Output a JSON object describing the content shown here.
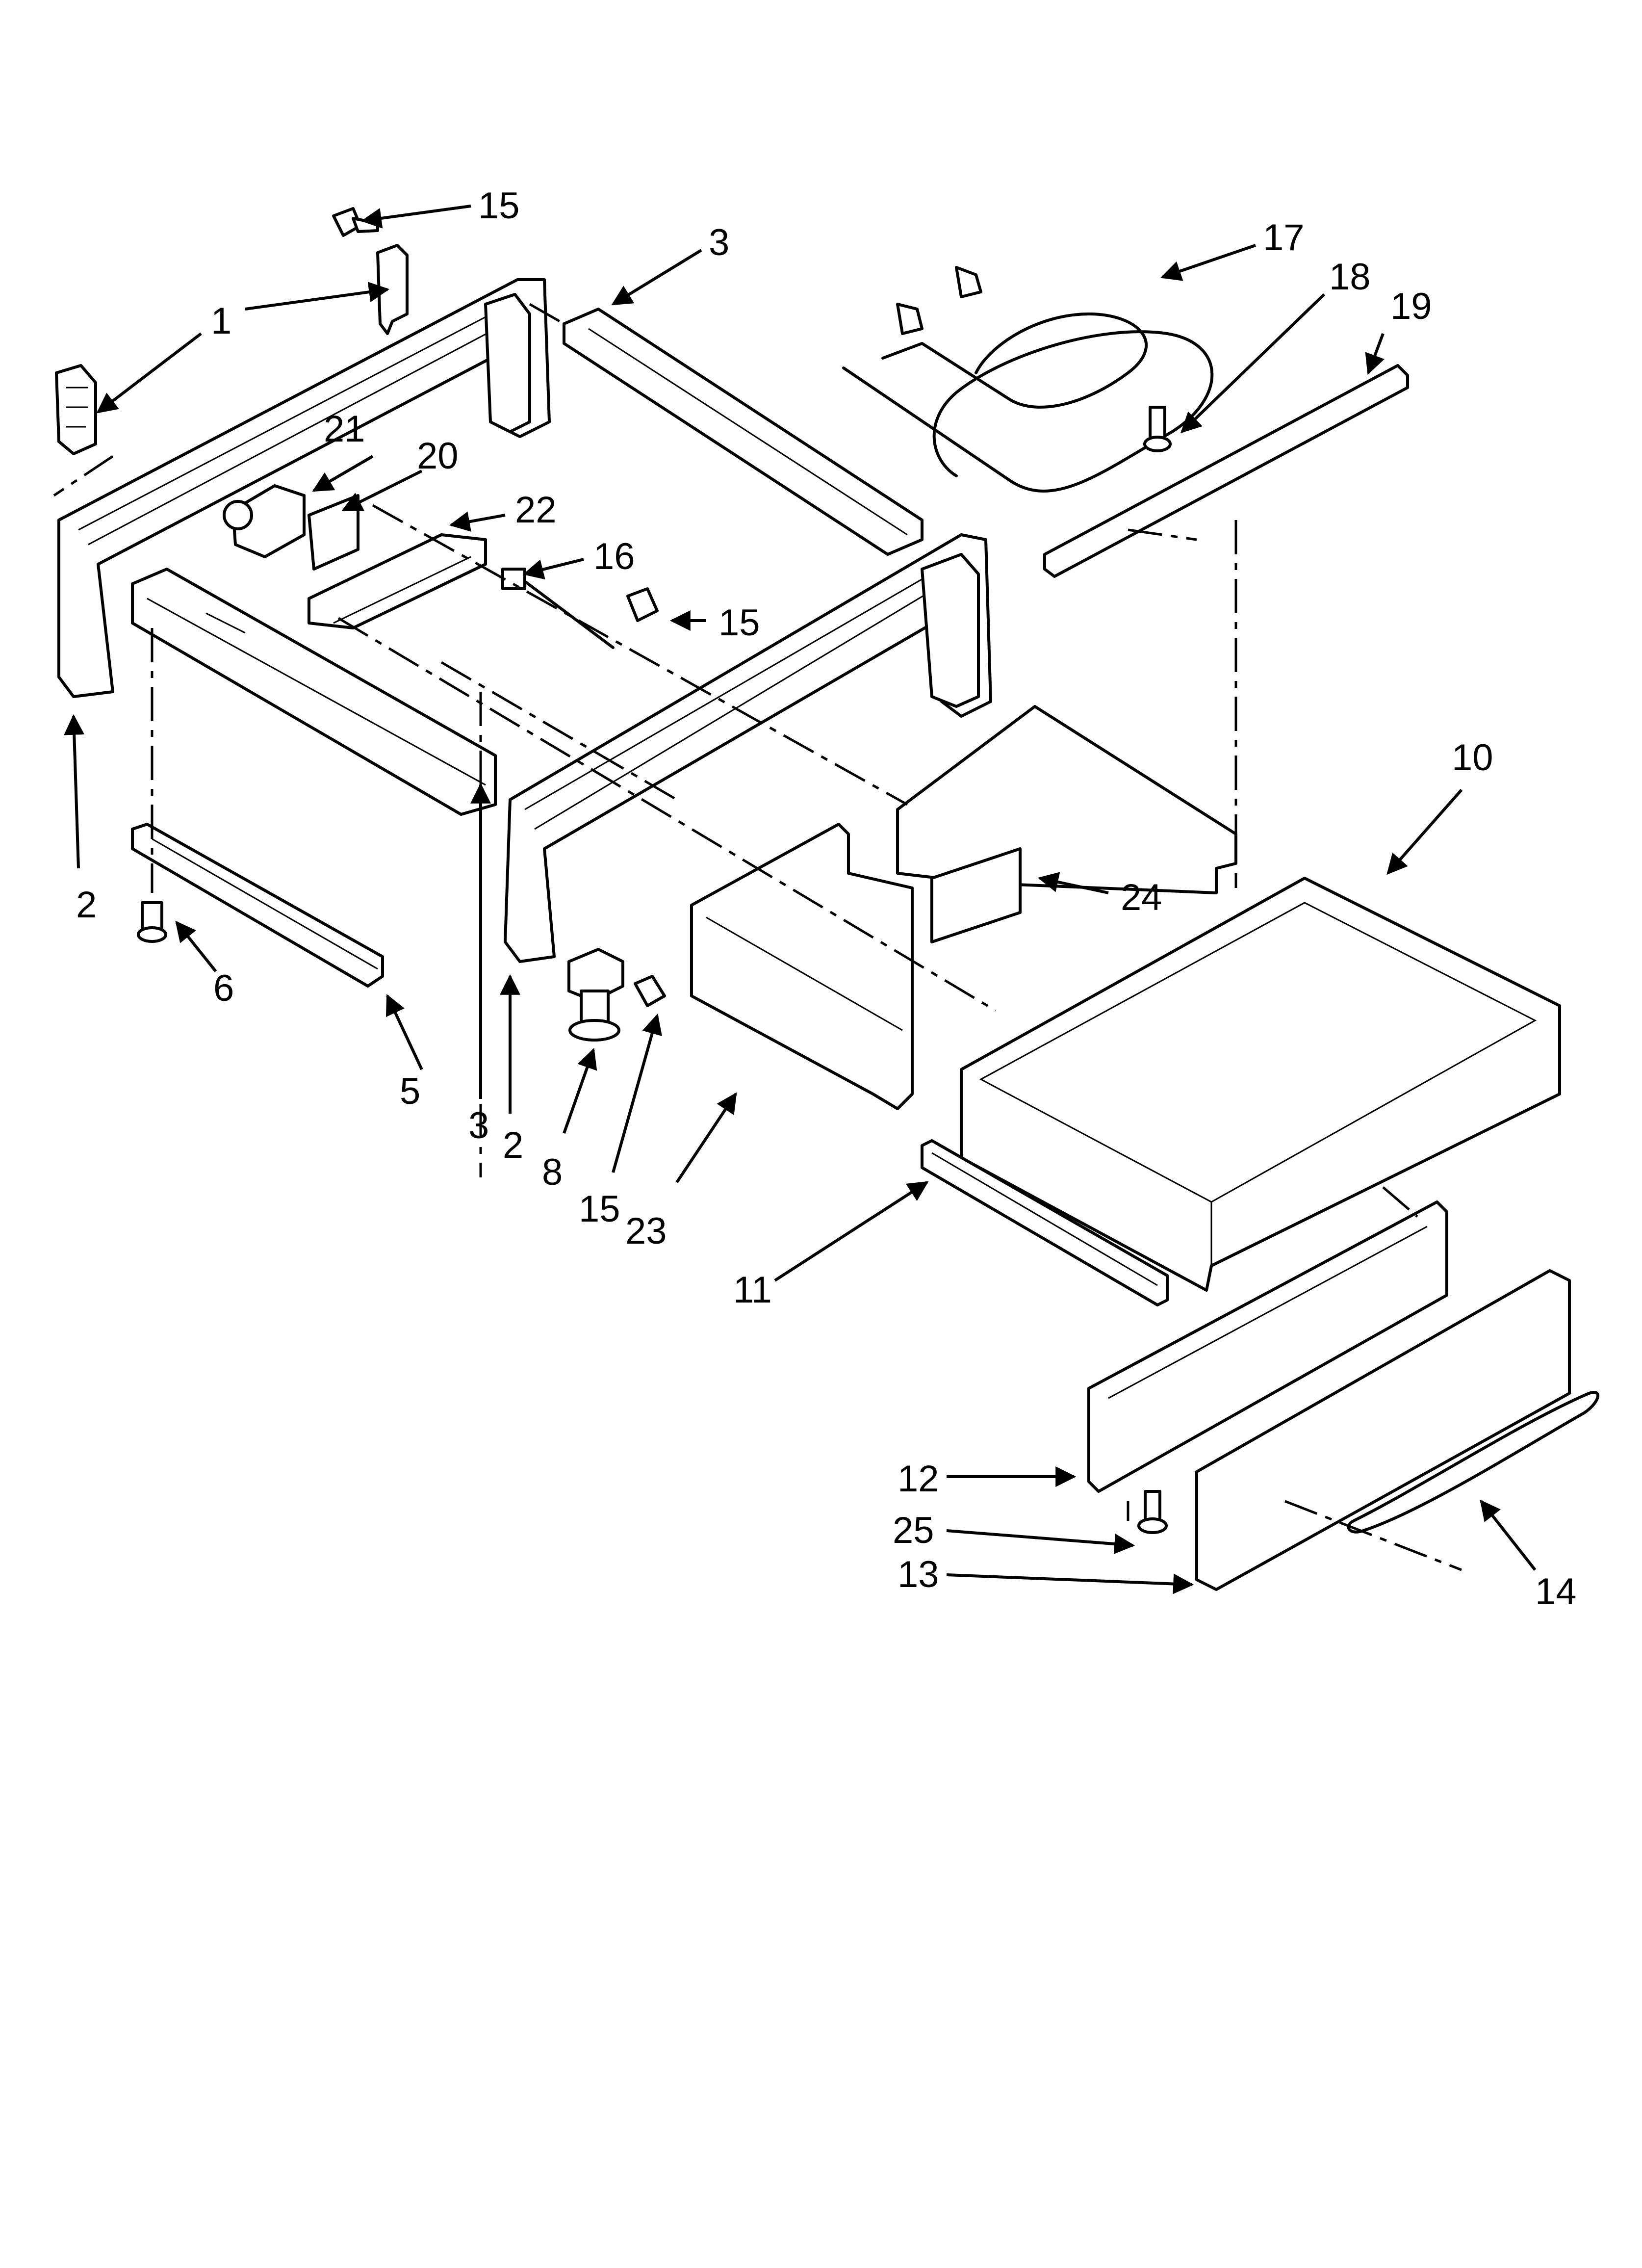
{
  "diagram": {
    "callouts": [
      {
        "id": "c1",
        "label": "1"
      },
      {
        "id": "c2a",
        "label": "2"
      },
      {
        "id": "c2b",
        "label": "2"
      },
      {
        "id": "c3a",
        "label": "3"
      },
      {
        "id": "c3b",
        "label": "3"
      },
      {
        "id": "c5",
        "label": "5"
      },
      {
        "id": "c6",
        "label": "6"
      },
      {
        "id": "c8",
        "label": "8"
      },
      {
        "id": "c10",
        "label": "10"
      },
      {
        "id": "c11",
        "label": "11"
      },
      {
        "id": "c12",
        "label": "12"
      },
      {
        "id": "c13",
        "label": "13"
      },
      {
        "id": "c14",
        "label": "14"
      },
      {
        "id": "c15a",
        "label": "15"
      },
      {
        "id": "c15b",
        "label": "15"
      },
      {
        "id": "c15c",
        "label": "15"
      },
      {
        "id": "c16",
        "label": "16"
      },
      {
        "id": "c17",
        "label": "17"
      },
      {
        "id": "c18",
        "label": "18"
      },
      {
        "id": "c19",
        "label": "19"
      },
      {
        "id": "c20",
        "label": "20"
      },
      {
        "id": "c21",
        "label": "21"
      },
      {
        "id": "c22",
        "label": "22"
      },
      {
        "id": "c23",
        "label": "23"
      },
      {
        "id": "c24",
        "label": "24"
      },
      {
        "id": "c25",
        "label": "25"
      }
    ]
  }
}
